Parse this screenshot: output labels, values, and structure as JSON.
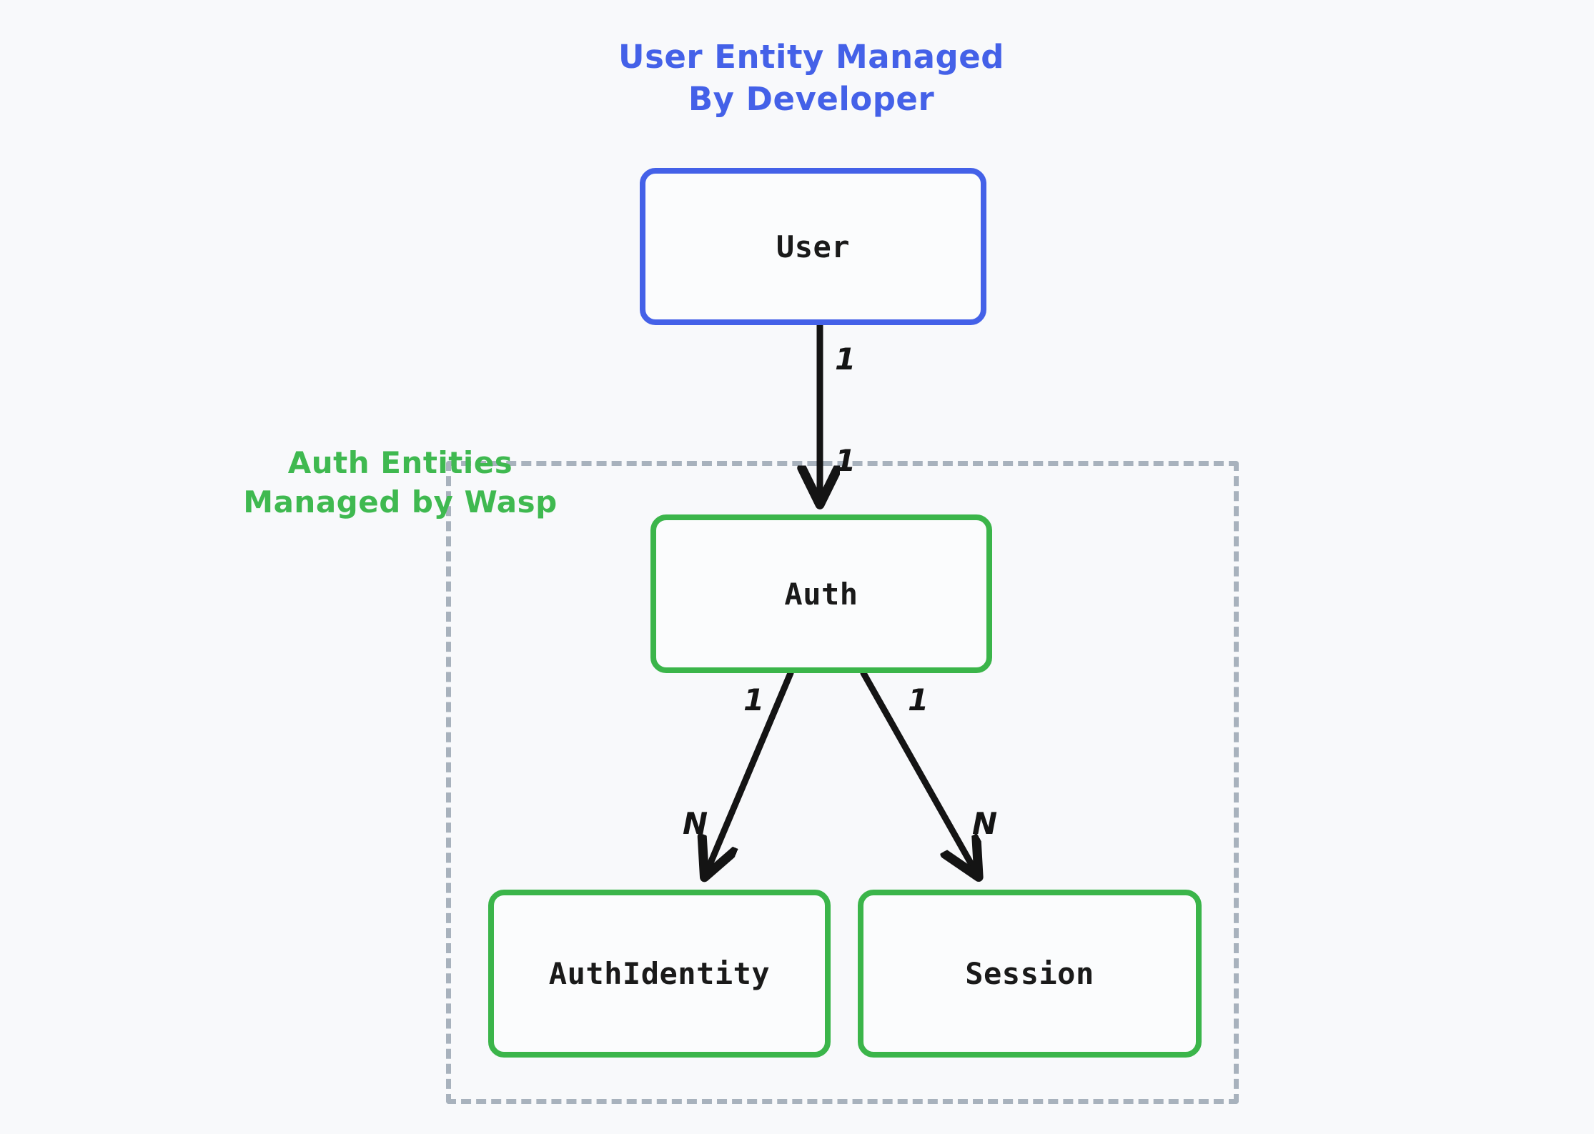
{
  "diagram": {
    "background_color": "#f8f9fb",
    "titles": {
      "developer": {
        "text": "User Entity Managed\nBy Developer",
        "color": "#4461e8"
      },
      "wasp": {
        "text": "Auth Entities\nManaged by Wasp",
        "color": "#3fb950"
      }
    },
    "group": {
      "name": "auth-entities-group",
      "border_style": "dashed",
      "border_color": "#a8b2bd"
    },
    "nodes": [
      {
        "id": "user",
        "label": "User",
        "border_color": "#4461e8",
        "owner": "developer"
      },
      {
        "id": "auth",
        "label": "Auth",
        "border_color": "#3bb54a",
        "owner": "wasp"
      },
      {
        "id": "authidentity",
        "label": "AuthIdentity",
        "border_color": "#3bb54a",
        "owner": "wasp"
      },
      {
        "id": "session",
        "label": "Session",
        "border_color": "#3bb54a",
        "owner": "wasp"
      }
    ],
    "edges": [
      {
        "id": "user-auth",
        "from": "user",
        "to": "auth",
        "source_cardinality": "1",
        "target_cardinality": "1"
      },
      {
        "id": "auth-authidentity",
        "from": "auth",
        "to": "authidentity",
        "source_cardinality": "1",
        "target_cardinality": "N"
      },
      {
        "id": "auth-session",
        "from": "auth",
        "to": "session",
        "source_cardinality": "1",
        "target_cardinality": "N"
      }
    ],
    "edge_color": "#141414"
  }
}
